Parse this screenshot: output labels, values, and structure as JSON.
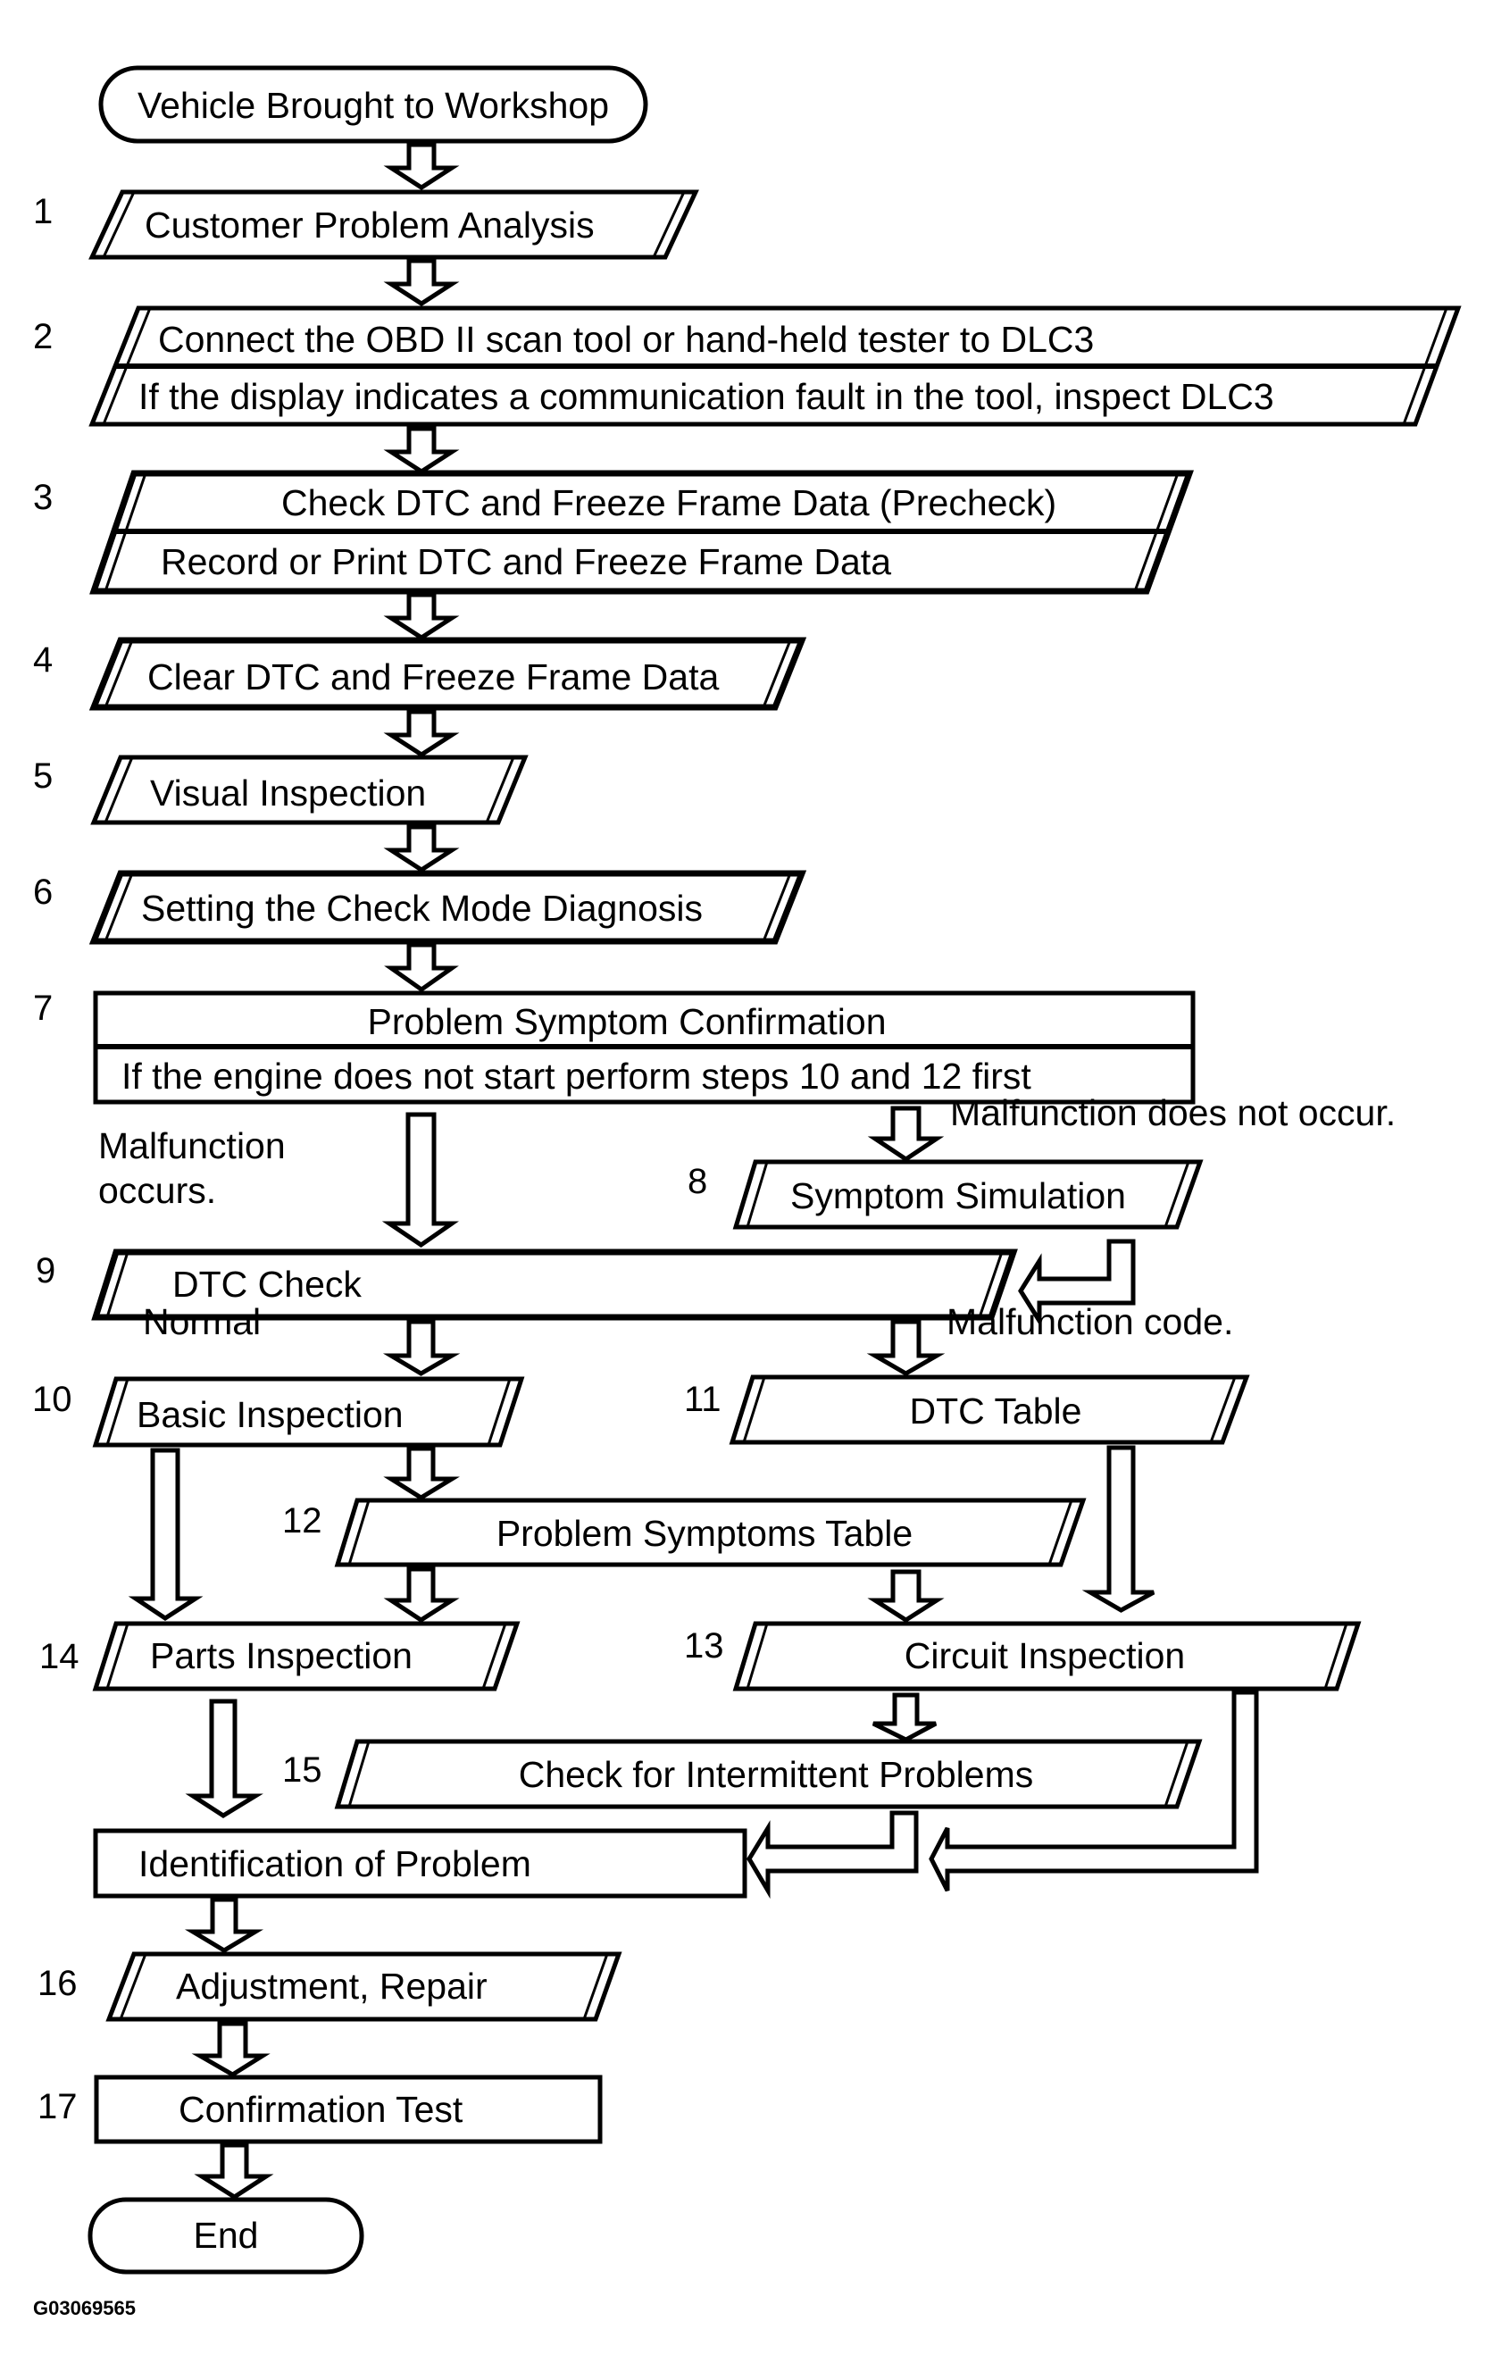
{
  "title": "Diagnostic Troubleshooting Procedure Flowchart",
  "start": {
    "label": "Vehicle Brought to Workshop"
  },
  "end": {
    "label": "End"
  },
  "figure_id": "G03069565",
  "steps": [
    {
      "number": "1",
      "lines": [
        "Customer Problem Analysis"
      ]
    },
    {
      "number": "2",
      "lines": [
        "Connect the OBD II scan tool or hand-held tester to DLC3",
        "If the display indicates a communication fault in the tool, inspect DLC3"
      ]
    },
    {
      "number": "3",
      "lines": [
        "Check DTC and Freeze Frame Data (Precheck)",
        "Record or Print DTC and Freeze Frame Data"
      ]
    },
    {
      "number": "4",
      "lines": [
        "Clear DTC and Freeze Frame Data"
      ]
    },
    {
      "number": "5",
      "lines": [
        "Visual Inspection"
      ]
    },
    {
      "number": "6",
      "lines": [
        "Setting the Check Mode Diagnosis"
      ]
    },
    {
      "number": "7",
      "lines": [
        "Problem Symptom Confirmation",
        "If the engine does not start perform steps 10 and 12 first"
      ]
    },
    {
      "number": "8",
      "lines": [
        "Symptom Simulation"
      ]
    },
    {
      "number": "9",
      "lines": [
        "DTC Check"
      ]
    },
    {
      "number": "10",
      "lines": [
        "Basic Inspection"
      ]
    },
    {
      "number": "11",
      "lines": [
        "DTC Table"
      ]
    },
    {
      "number": "12",
      "lines": [
        "Problem Symptoms Table"
      ]
    },
    {
      "number": "13",
      "lines": [
        "Circuit Inspection"
      ]
    },
    {
      "number": "14",
      "lines": [
        "Parts Inspection"
      ]
    },
    {
      "number": "15",
      "lines": [
        "Check for Intermittent Problems"
      ]
    },
    {
      "number": "",
      "lines": [
        "Identification of Problem"
      ]
    },
    {
      "number": "16",
      "lines": [
        "Adjustment, Repair"
      ]
    },
    {
      "number": "17",
      "lines": [
        "Confirmation Test"
      ]
    }
  ],
  "branch_labels": {
    "malfunction_occurs_line1": "Malfunction",
    "malfunction_occurs_line2": "occurs.",
    "malfunction_not_occur": "Malfunction does not occur.",
    "normal": "Normal",
    "malfunction_code": "Malfunction code."
  }
}
